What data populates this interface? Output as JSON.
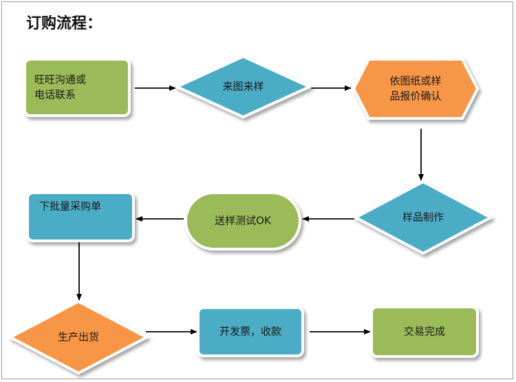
{
  "title": "订购流程：",
  "colors": {
    "green": "#9bbb59",
    "blue": "#4bacc6",
    "orange": "#f79646",
    "arrow": "#000000"
  },
  "nodes": [
    {
      "id": "contact",
      "lines": [
        "旺旺沟通或",
        "电话联系"
      ],
      "color": "green",
      "shape": "rounded-rect"
    },
    {
      "id": "sample-in",
      "lines": [
        "来图来样"
      ],
      "color": "blue",
      "shape": "diamond"
    },
    {
      "id": "quote",
      "lines": [
        "依图纸或样",
        "品报价确认"
      ],
      "color": "orange",
      "shape": "hexagon"
    },
    {
      "id": "make-sample",
      "lines": [
        "样品制作"
      ],
      "color": "blue",
      "shape": "diamond"
    },
    {
      "id": "test",
      "lines": [
        "送样测试OK"
      ],
      "color": "green",
      "shape": "stadium"
    },
    {
      "id": "order",
      "lines": [
        "下批量采购单"
      ],
      "color": "blue",
      "shape": "rounded-rect"
    },
    {
      "id": "produce",
      "lines": [
        "生产出货"
      ],
      "color": "orange",
      "shape": "diamond"
    },
    {
      "id": "invoice",
      "lines": [
        "开发票，收款"
      ],
      "color": "blue",
      "shape": "rounded-rect"
    },
    {
      "id": "done",
      "lines": [
        "交易完成"
      ],
      "color": "green",
      "shape": "rounded-rect"
    }
  ],
  "edges": [
    [
      "contact",
      "sample-in"
    ],
    [
      "sample-in",
      "quote"
    ],
    [
      "quote",
      "make-sample"
    ],
    [
      "make-sample",
      "test"
    ],
    [
      "test",
      "order"
    ],
    [
      "order",
      "produce"
    ],
    [
      "produce",
      "invoice"
    ],
    [
      "invoice",
      "done"
    ]
  ]
}
